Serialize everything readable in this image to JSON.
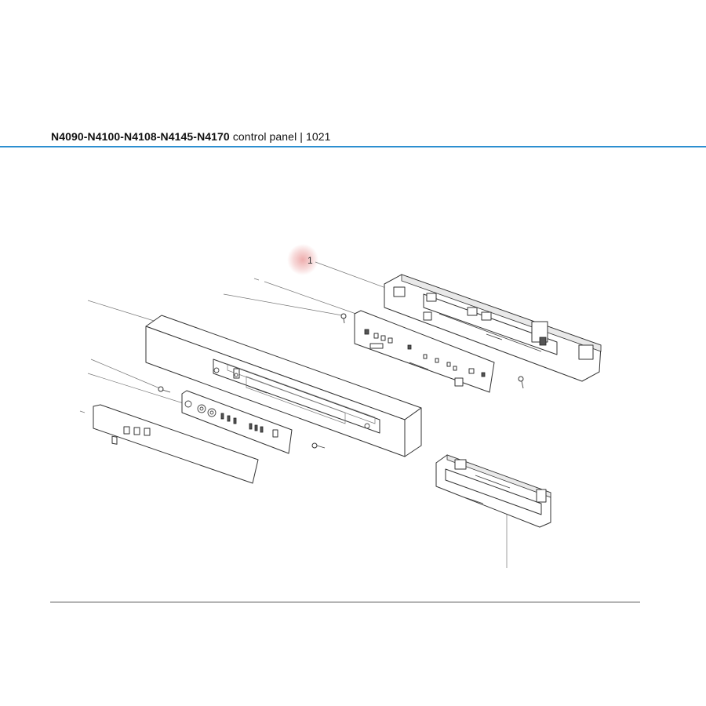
{
  "header": {
    "model_codes": "N4090-N4100-N4108-N4145-N4170",
    "description": " control panel | 1021"
  },
  "diagram": {
    "callouts": [
      {
        "label": "1"
      }
    ],
    "highlight_color": "#e06a6a"
  },
  "colors": {
    "accent_rule": "#2c8fd0",
    "bottom_rule": "#555555"
  }
}
